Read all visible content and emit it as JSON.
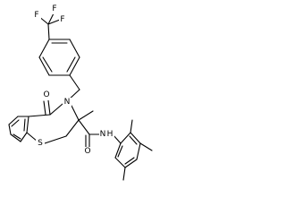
{
  "structure": {
    "atoms": {
      "f1": "F",
      "f2": "F",
      "f3": "F",
      "n_ring": "N",
      "o_carbonyl_ring": "O",
      "s_ring": "S",
      "o_amide": "O",
      "n_amide": "N",
      "h_amide": "H"
    }
  }
}
